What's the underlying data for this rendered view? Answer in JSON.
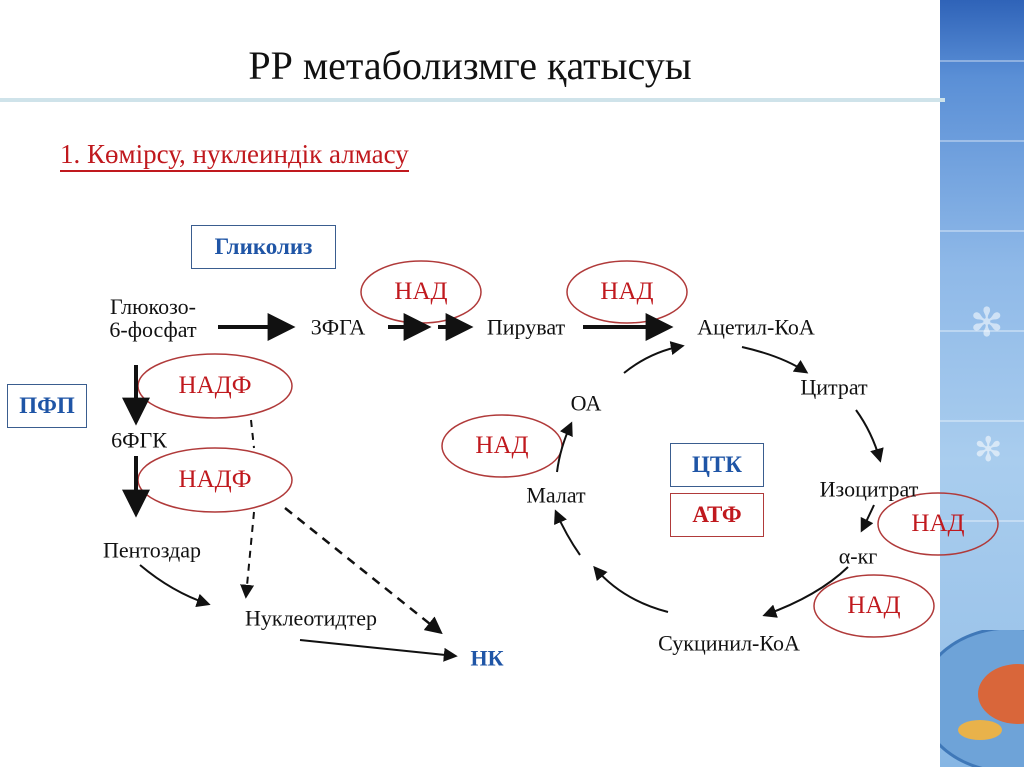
{
  "slide": {
    "title": "РР  метаболизмге қатысуы",
    "subtitle": "1. Көмірсу, нуклеиндік алмасу"
  },
  "diagram": {
    "boxes": {
      "glycolysis": "Гликолиз",
      "ppp": "ПФП",
      "tca": "ЦТК",
      "atp": "АТФ"
    },
    "cofactors": [
      "НАД",
      "НАД",
      "НАДФ",
      "НАДФ",
      "НАД",
      "НАД",
      "НАД"
    ],
    "nodes": {
      "g6p_line1": "Глюкозо-",
      "g6p_line2": "6-фосфат",
      "pga": "3ФГА",
      "pyruvate": "Пируват",
      "acetyl_coa": "Ацетил-КоА",
      "pg6": "6ФГК",
      "pentoses": "Пентоздар",
      "nucleotides": "Нуклеотидтер",
      "nk": "НК",
      "citrate": "Цитрат",
      "isocitrate": "Изоцитрат",
      "akg": "α-кг",
      "succinyl_coa": "Сукцинил-КоА",
      "malate": "Малат",
      "oa": "ОА"
    }
  }
}
